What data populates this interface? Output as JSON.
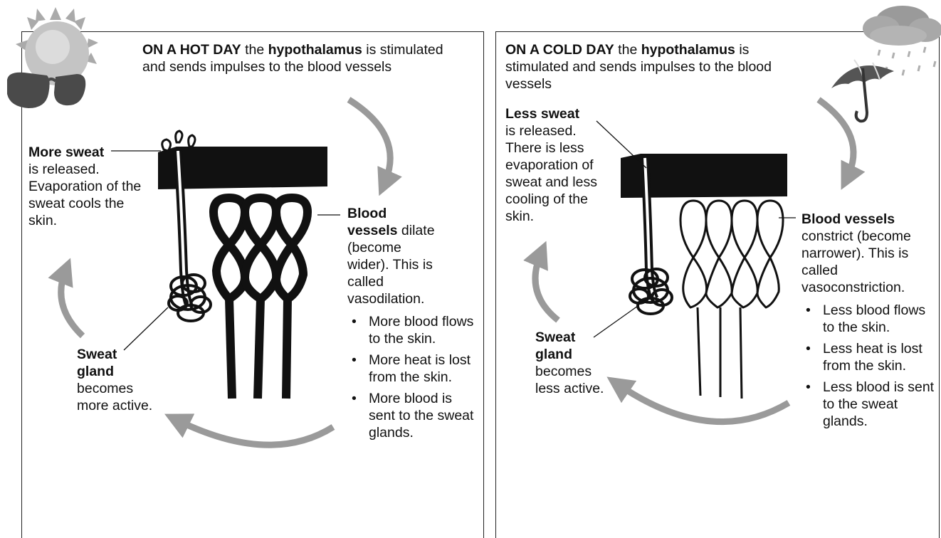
{
  "hot": {
    "intro": {
      "heading": "ON A HOT DAY",
      "text_a": " the ",
      "keyword": "hypothalamus",
      "text_b": " is stimulated and sends impulses to the blood vessels"
    },
    "sweat": {
      "bold": "More sweat",
      "text": "is released. Evaporation of the sweat cools the skin."
    },
    "vessels": {
      "bold": "Blood vessels",
      "text": " dilate (become wider). This is called vasodilation."
    },
    "bullets": [
      "More blood flows to the skin.",
      "More heat is lost from the skin.",
      "More blood is sent to the sweat glands."
    ],
    "gland": {
      "bold": "Sweat gland",
      "text": "becomes more active."
    }
  },
  "cold": {
    "intro": {
      "heading": "ON A COLD DAY",
      "text_a": " the ",
      "keyword": "hypothalamus",
      "text_b": " is stimulated and sends impulses to the blood vessels"
    },
    "sweat": {
      "bold": "Less sweat",
      "text": "is released. There is less evaporation of sweat and less cooling of the skin."
    },
    "vessels": {
      "bold": "Blood vessels",
      "text": "constrict (become narrower). This is called vasoconstriction."
    },
    "bullets": [
      "Less blood flows to the skin.",
      "Less heat is lost from the skin.",
      "Less blood is sent to the sweat glands."
    ],
    "gland": {
      "bold": "Sweat gland",
      "text": "becomes less active."
    }
  },
  "colors": {
    "arrow": "#9a9a9a",
    "ink": "#111111",
    "border": "#222222"
  }
}
